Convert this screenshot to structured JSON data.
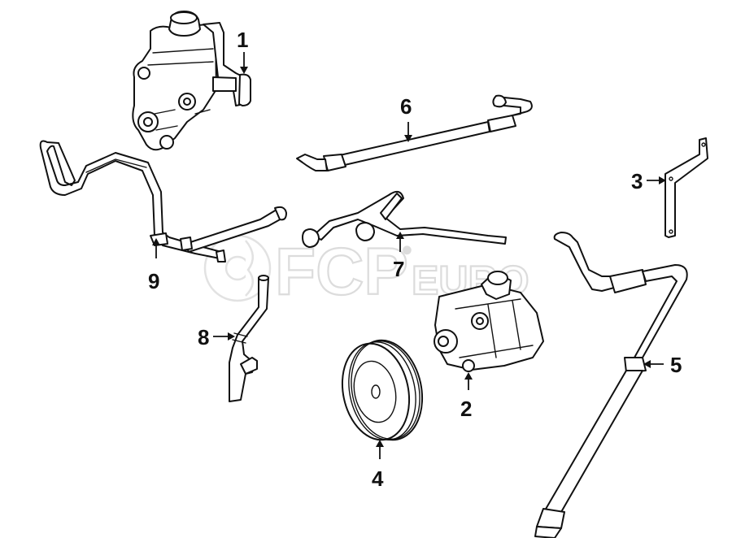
{
  "diagram": {
    "title": "Power Steering Pump & Lines",
    "watermark": {
      "brand_main": "FCP",
      "brand_sub": "EURO",
      "registered": "®"
    },
    "parts": [
      {
        "callout": "1",
        "name": "power-steering-pump-with-reservoir"
      },
      {
        "callout": "2",
        "name": "power-steering-pump"
      },
      {
        "callout": "3",
        "name": "mounting-bracket"
      },
      {
        "callout": "4",
        "name": "pump-pulley"
      },
      {
        "callout": "5",
        "name": "pressure-hose"
      },
      {
        "callout": "6",
        "name": "pressure-line"
      },
      {
        "callout": "7",
        "name": "return-line"
      },
      {
        "callout": "8",
        "name": "suction-hose"
      },
      {
        "callout": "9",
        "name": "cooler-line"
      }
    ]
  }
}
